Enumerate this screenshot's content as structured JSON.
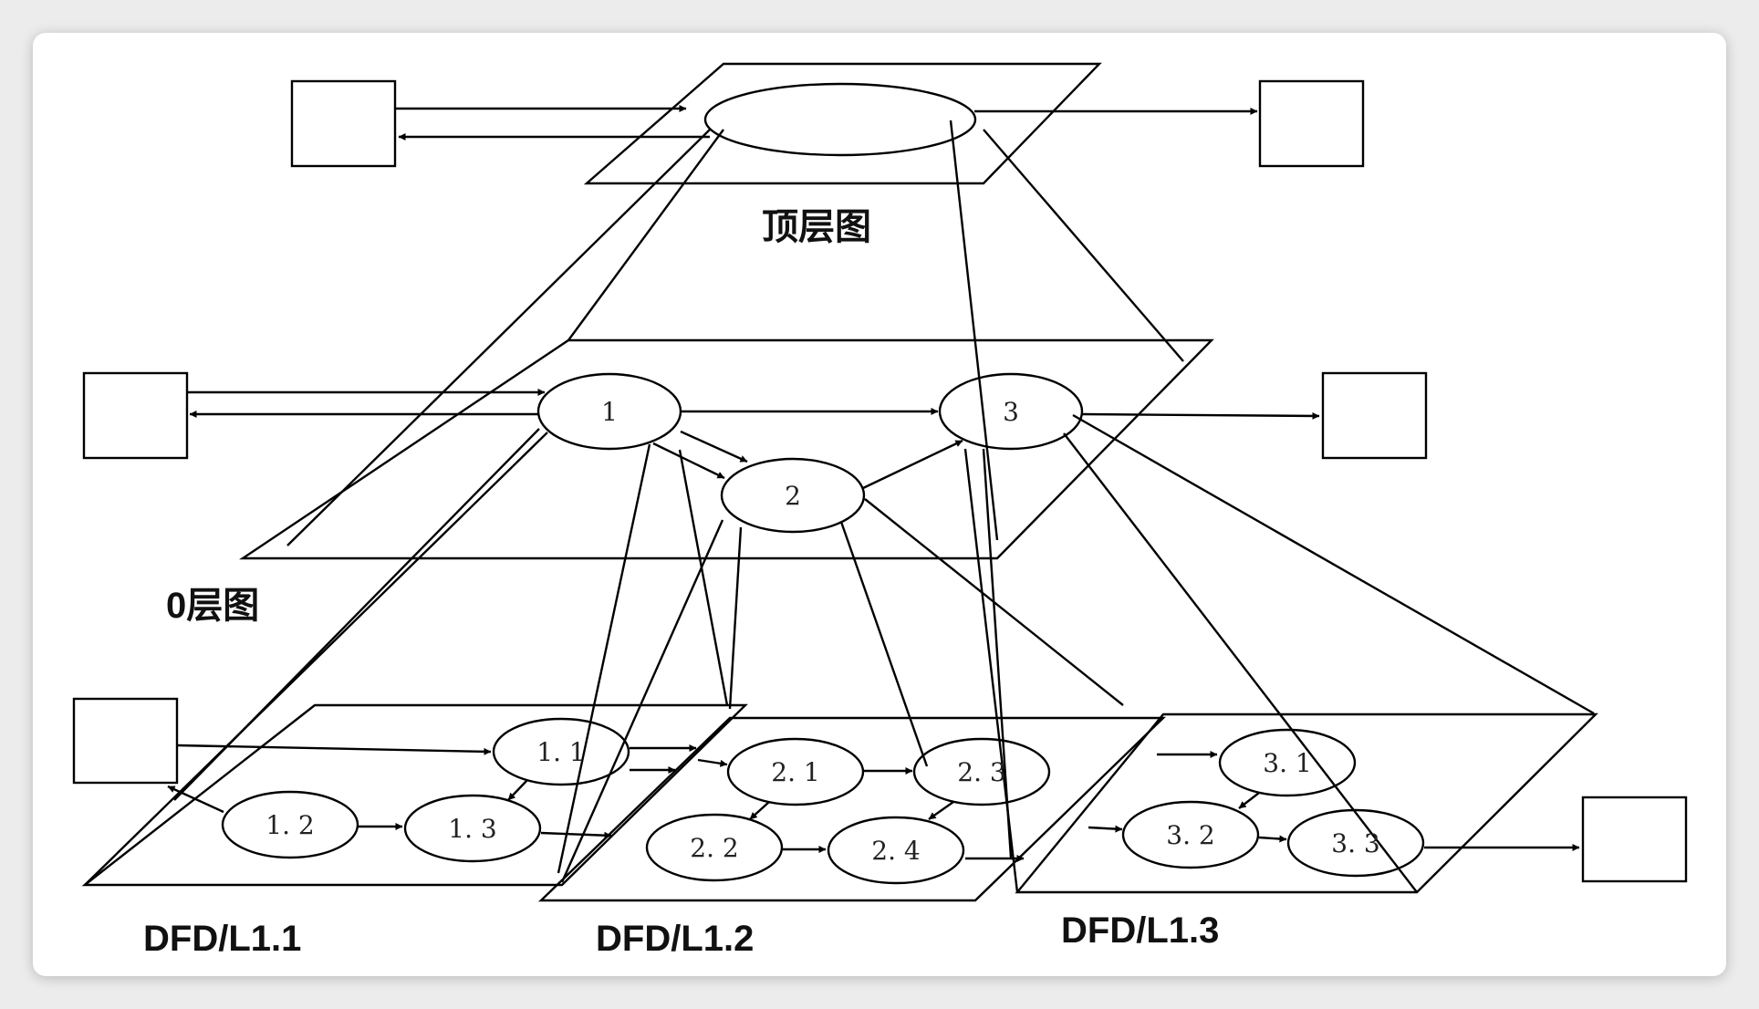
{
  "labels": {
    "top_layer": "顶层图",
    "level0": "0层图",
    "dfd_l11": "DFD/L1.1",
    "dfd_l12": "DFD/L1.2",
    "dfd_l13": "DFD/L1.3"
  },
  "processes": {
    "p1": "1",
    "p2": "2",
    "p3": "3",
    "p11": "1. 1",
    "p12": "1. 2",
    "p13": "1. 3",
    "p21": "2. 1",
    "p22": "2. 2",
    "p23": "2. 3",
    "p24": "2. 4",
    "p31": "3. 1",
    "p32": "3. 2",
    "p33": "3. 3"
  }
}
